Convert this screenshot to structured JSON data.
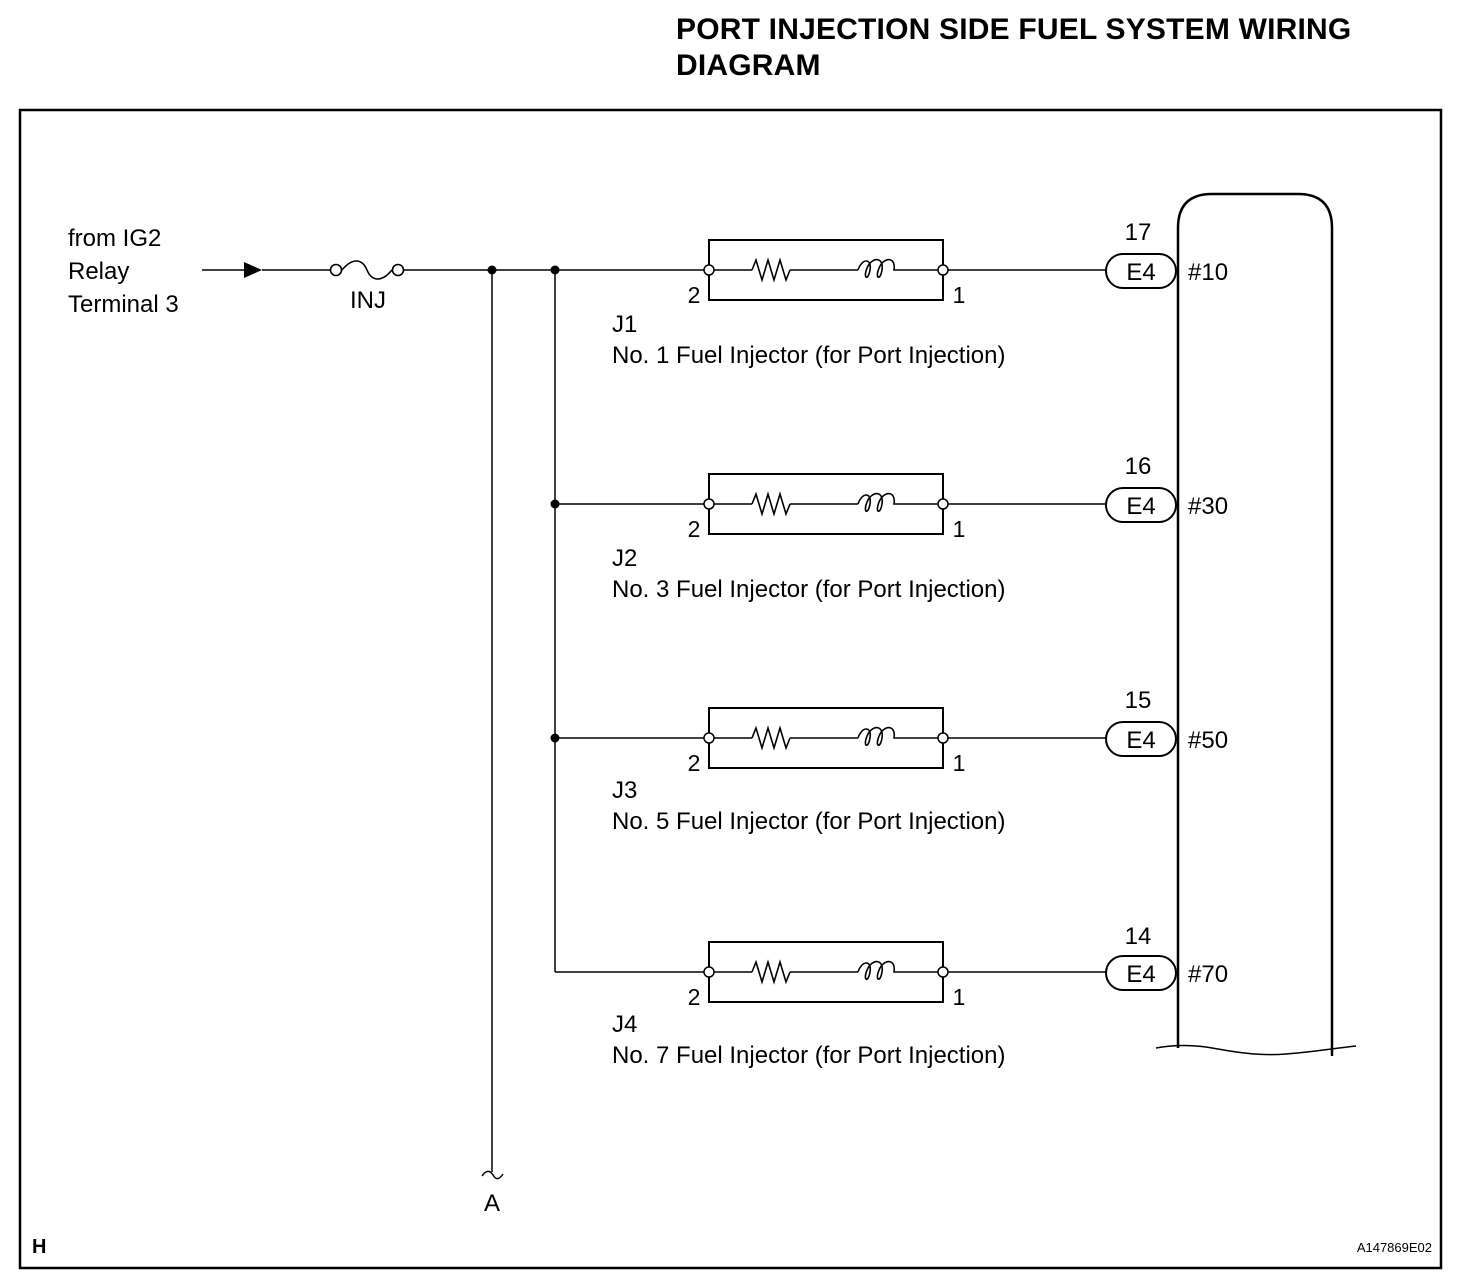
{
  "title": {
    "line1": "PORT INJECTION SIDE FUEL SYSTEM WIRING",
    "line2": "DIAGRAM"
  },
  "source": {
    "line1": "from IG2",
    "line2": "Relay",
    "line3": "Terminal 3"
  },
  "fuse_label": "INJ",
  "injectors": [
    {
      "id": "J1",
      "name": "No. 1 Fuel Injector (for Port Injection)",
      "pin_in": "2",
      "pin_out": "1",
      "connector": "E4",
      "ecu_pin": "17",
      "ecu_terminal": "#10"
    },
    {
      "id": "J2",
      "name": "No. 3 Fuel Injector (for Port Injection)",
      "pin_in": "2",
      "pin_out": "1",
      "connector": "E4",
      "ecu_pin": "16",
      "ecu_terminal": "#30"
    },
    {
      "id": "J3",
      "name": "No. 5 Fuel Injector (for Port Injection)",
      "pin_in": "2",
      "pin_out": "1",
      "connector": "E4",
      "ecu_pin": "15",
      "ecu_terminal": "#50"
    },
    {
      "id": "J4",
      "name": "No. 7 Fuel Injector (for Port Injection)",
      "pin_in": "2",
      "pin_out": "1",
      "connector": "E4",
      "ecu_pin": "14",
      "ecu_terminal": "#70"
    }
  ],
  "branch_label": "A",
  "corner_label": "H",
  "figure_code": "A147869E02"
}
